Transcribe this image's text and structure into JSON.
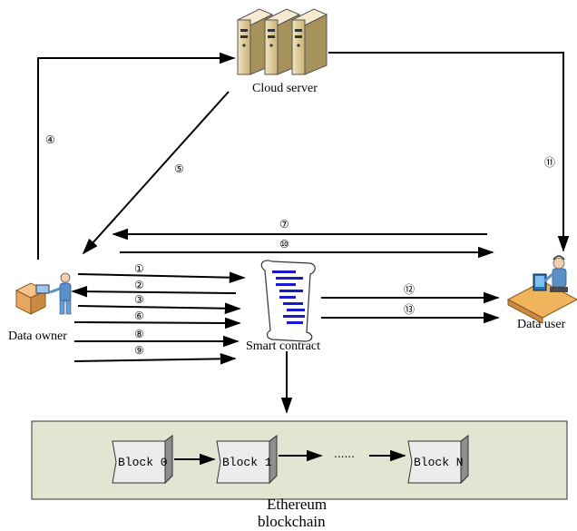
{
  "nodes": {
    "cloud_server": "Cloud server",
    "data_owner": "Data owner",
    "data_user": "Data user",
    "smart_contract": "Smart contract",
    "blockchain_line1": "Ethereum",
    "blockchain_line2": "blockchain"
  },
  "blocks": [
    "Block 0",
    "Block 1",
    "Block N"
  ],
  "ellipsis": "......",
  "steps": {
    "s1": "①",
    "s2": "②",
    "s3": "③",
    "s4": "④",
    "s5": "⑤",
    "s6": "⑥",
    "s7": "⑦",
    "s8": "⑧",
    "s9": "⑨",
    "s10": "⑩",
    "s11": "⑪",
    "s12": "⑫",
    "s13": "⑬"
  },
  "icons": {
    "cloud_server": "server-rack-icon",
    "data_owner": "person-with-box-icon",
    "data_user": "person-at-computer-icon",
    "smart_contract": "scroll-document-icon",
    "block": "block-cube-icon"
  },
  "colors": {
    "chain_panel": "#e0e6d2",
    "scroll_lines": "#1a1acc",
    "server_body": "#e3cf9a",
    "person_blue": "#5a8fc8",
    "box_orange": "#e6a760",
    "arrow": "#000000"
  }
}
